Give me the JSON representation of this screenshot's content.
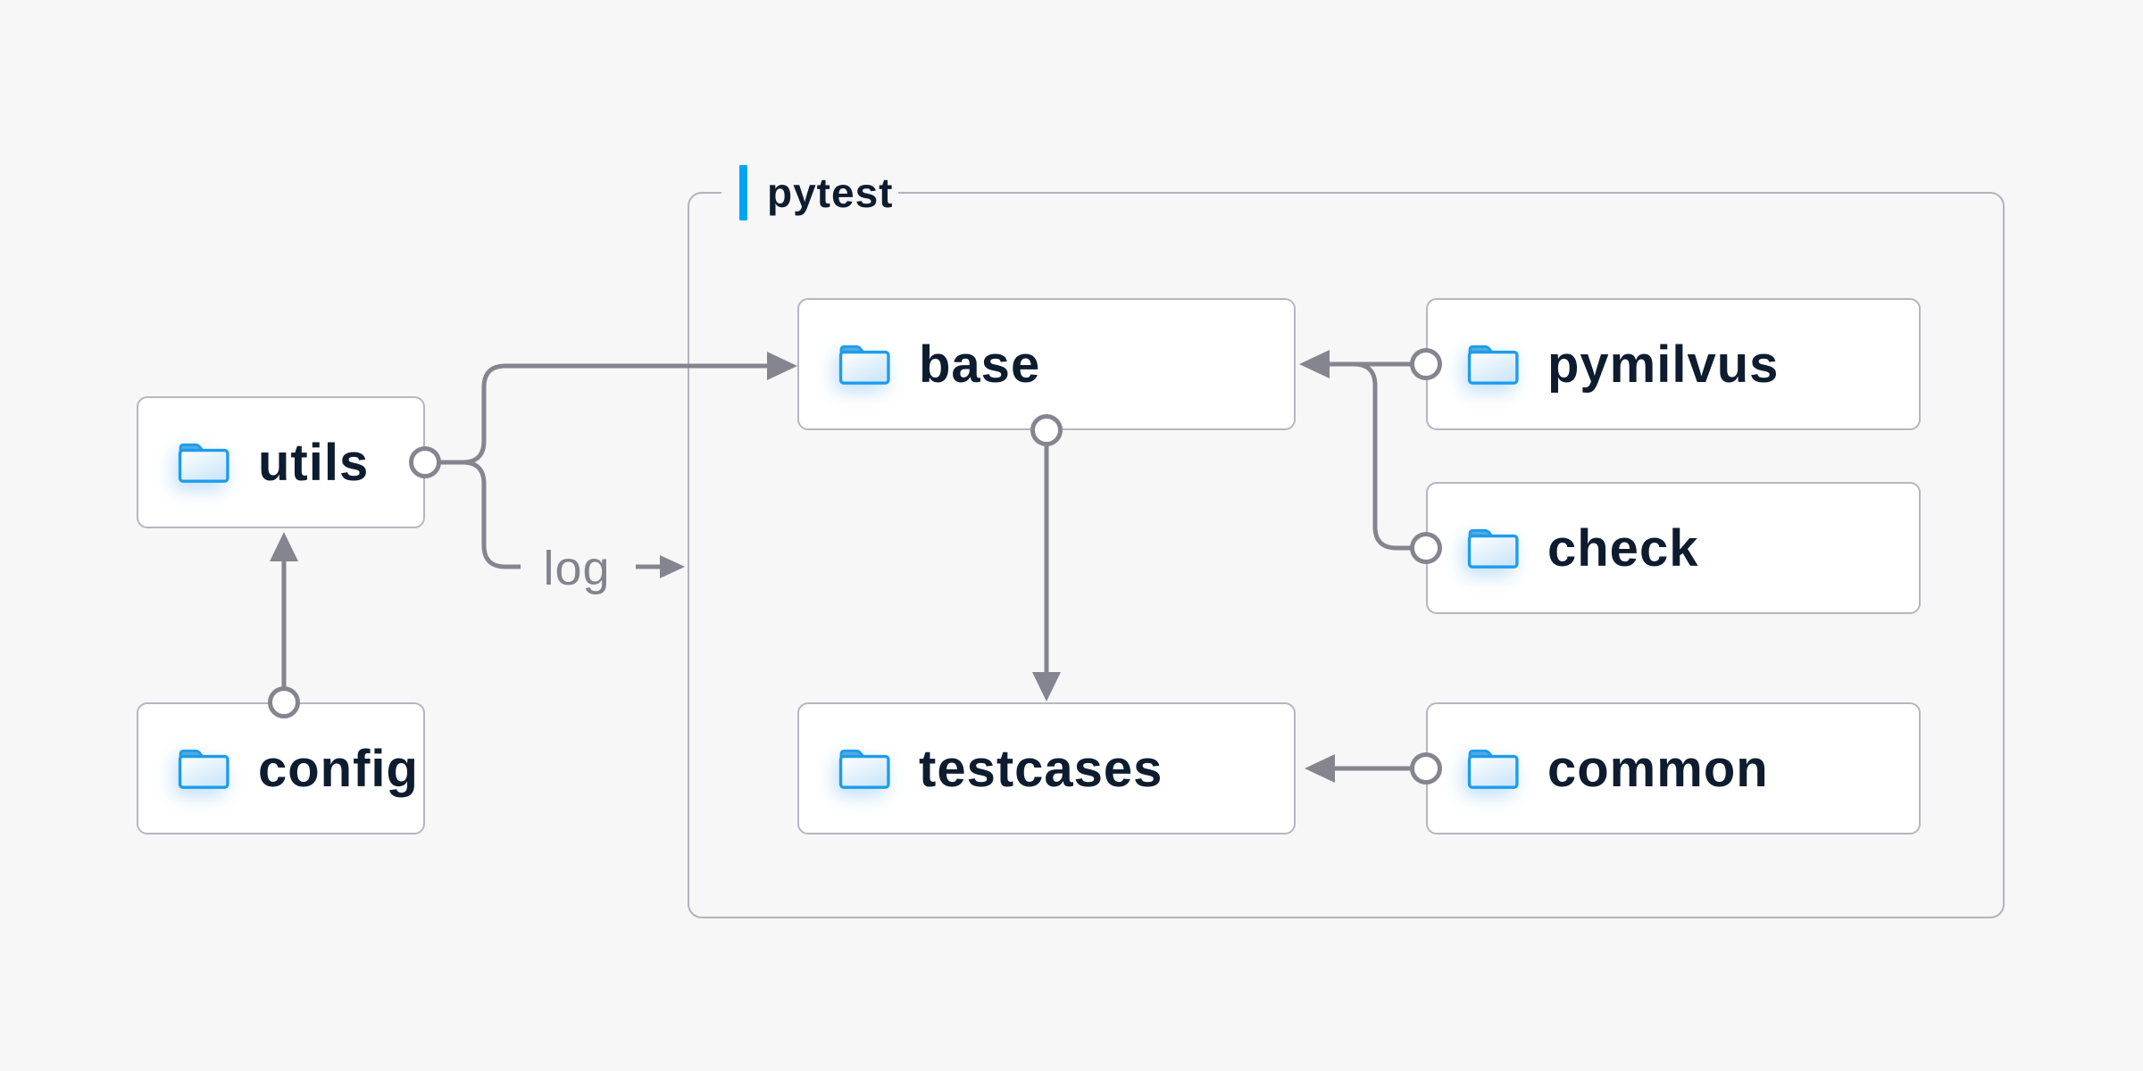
{
  "diagram": {
    "background": "#f7f7f8",
    "group": {
      "label": "pytest",
      "accent_color": "#00a6f4",
      "border_color": "#b3b3bf"
    },
    "nodes": {
      "utils": {
        "label": "utils",
        "icon": "folder-icon"
      },
      "config": {
        "label": "config",
        "icon": "folder-icon"
      },
      "base": {
        "label": "base",
        "icon": "folder-icon"
      },
      "pymilvus": {
        "label": "pymilvus",
        "icon": "folder-icon"
      },
      "check": {
        "label": "check",
        "icon": "folder-icon"
      },
      "testcases": {
        "label": "testcases",
        "icon": "folder-icon"
      },
      "common": {
        "label": "common",
        "icon": "folder-icon"
      }
    },
    "edges": {
      "log_label": "log",
      "arrows": [
        {
          "from": "utils",
          "to": "base"
        },
        {
          "from": "utils",
          "to": "log",
          "label": "log"
        },
        {
          "from": "config",
          "to": "utils"
        },
        {
          "from": "base",
          "to": "testcases"
        },
        {
          "from": "pymilvus",
          "to": "base"
        },
        {
          "from": "check",
          "to": "base"
        },
        {
          "from": "common",
          "to": "testcases"
        }
      ]
    },
    "colors": {
      "line": "#85858f",
      "node_border": "#b6b6c2",
      "node_background": "#ffffff",
      "label_text": "#0e1c30",
      "log_text": "#83838d",
      "folder_outline": "#1d9ceb",
      "folder_tab": "#54aadf",
      "folder_body": "#cde7fa",
      "accent": "#00a6f4"
    }
  }
}
